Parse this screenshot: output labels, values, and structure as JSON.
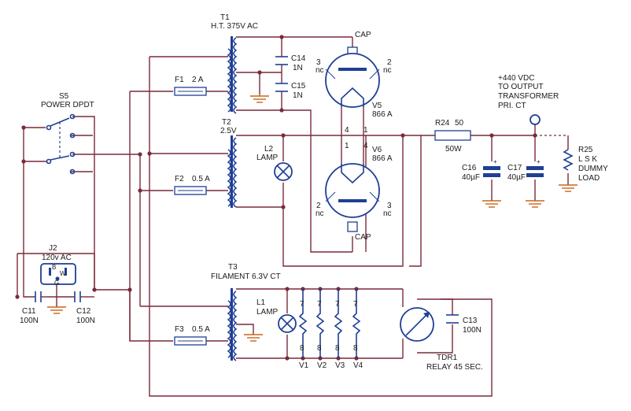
{
  "t1": {
    "ref": "T1",
    "desc": "H.T. 375V AC"
  },
  "t2": {
    "ref": "T2",
    "desc": "2.5V"
  },
  "t3": {
    "ref": "T3",
    "desc": "FILAMENT 6.3V CT"
  },
  "s5": {
    "ref": "S5",
    "desc": "POWER DPDT"
  },
  "f1": {
    "ref": "F1",
    "val": "2 A"
  },
  "f2": {
    "ref": "F2",
    "val": "0.5 A"
  },
  "f3": {
    "ref": "F3",
    "val": "0.5 A"
  },
  "c14": {
    "ref": "C14",
    "val": "1N"
  },
  "c15": {
    "ref": "C15",
    "val": "1N"
  },
  "v5": {
    "ref": "V5",
    "val": "866 A",
    "cap": "CAP"
  },
  "v6": {
    "ref": "V6",
    "val": "866 A",
    "cap": "CAP"
  },
  "pins": {
    "three": "3",
    "two": "2",
    "four": "4",
    "one": "1",
    "nc": "nc",
    "seven": "7",
    "eight": "8"
  },
  "l2": {
    "ref": "L2",
    "desc": "LAMP"
  },
  "l1": {
    "ref": "L1",
    "desc": "LAMP"
  },
  "r24": {
    "ref": "R24",
    "val": "50",
    "power": "50W"
  },
  "c16": {
    "ref": "C16",
    "val": "40µF"
  },
  "c17": {
    "ref": "C17",
    "val": "40µF"
  },
  "output": {
    "line1": "+440 VDC",
    "line2": "TO OUTPUT",
    "line3": "TRANSFORMER",
    "line4": "PRI. CT"
  },
  "r25": {
    "ref": "R25",
    "line1": "L S K",
    "line2": "DUMMY",
    "line3": "LOAD"
  },
  "j2": {
    "ref": "J2",
    "desc": "120v AC",
    "b": "B",
    "w": "W",
    "g": "G"
  },
  "c11": {
    "ref": "C11",
    "val": "100N"
  },
  "c12": {
    "ref": "C12",
    "val": "100N"
  },
  "c13": {
    "ref": "C13",
    "val": "100N"
  },
  "tubes": {
    "v1": "V1",
    "v2": "V2",
    "v3": "V3",
    "v4": "V4"
  },
  "tdr1": {
    "ref": "TDR1",
    "desc": "RELAY 45 SEC."
  }
}
